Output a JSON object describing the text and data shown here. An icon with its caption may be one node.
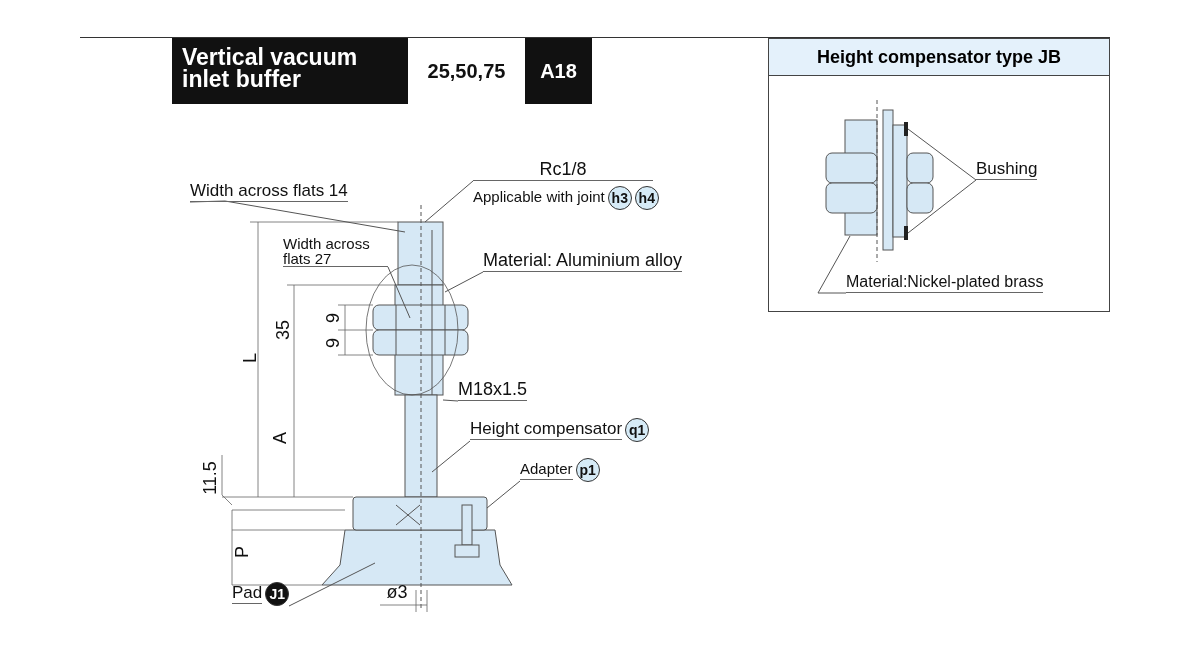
{
  "diagram": {
    "nodes": [
      {
        "text": [
          "Width across flats 14"
        ]
      },
      {
        "text": [
          "Rc1/8",
          "Applicable with joint",
          "h3",
          "h4"
        ]
      },
      {
        "text": [
          "Width across flats 27"
        ]
      },
      {
        "text": [
          "Material: Aluminium alloy"
        ]
      },
      {
        "text": [
          "M18x1.5"
        ]
      },
      {
        "text": [
          "Height compensator",
          "q1"
        ]
      },
      {
        "text": [
          "Adapter",
          "p1"
        ]
      },
      {
        "text": [
          "Pad",
          "J1"
        ]
      },
      {
        "text": [
          "Height compensator type JB"
        ]
      },
      {
        "text": [
          "Bushing"
        ],
        "in": 8
      },
      {
        "text": [
          "Material:Nickel-plated brass"
        ],
        "in": 8
      },
      {
        "text": [],
        "shape": "bar",
        "in": 8
      },
      {
        "text": [],
        "shape": "bar",
        "in": 8
      }
    ],
    "edges": [
      {
        "from": 0,
        "to": null,
        "arrow": "none"
      },
      {
        "from": 1,
        "to": null,
        "arrow": "none"
      },
      {
        "from": 2,
        "to": null,
        "arrow": "none"
      },
      {
        "from": 3,
        "to": null,
        "arrow": "none"
      },
      {
        "from": 4,
        "to": null,
        "arrow": "none"
      },
      {
        "from": 5,
        "to": null,
        "arrow": "none"
      },
      {
        "from": 6,
        "to": null,
        "arrow": "none"
      },
      {
        "from": 7,
        "to": null,
        "arrow": "none"
      },
      {
        "from": 9,
        "to": 11,
        "arrow": "none"
      },
      {
        "from": 9,
        "to": 12,
        "arrow": "none"
      },
      {
        "from": 10,
        "to": null,
        "arrow": "none"
      }
    ],
    "labels": [
      "Vertical vacuum inlet buffer",
      "25,50,75",
      "A18",
      "35",
      "9",
      "9",
      "L",
      "A",
      "11.5",
      "P",
      "ø3"
    ]
  }
}
